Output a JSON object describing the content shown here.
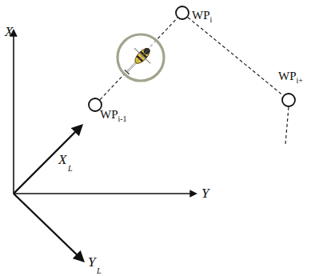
{
  "diagram": {
    "nodes": [
      {
        "text": [
          "WP",
          "i-1"
        ]
      },
      {
        "text": [
          "WP",
          "i"
        ]
      },
      {
        "text": [
          "WP",
          "i+"
        ]
      }
    ],
    "edges": [
      {
        "from": 0,
        "to": 1,
        "arrow": "none"
      },
      {
        "from": 1,
        "to": 2,
        "arrow": "none"
      }
    ],
    "labels": [
      "X",
      "Y",
      "X",
      "L",
      "Y",
      "L"
    ]
  }
}
